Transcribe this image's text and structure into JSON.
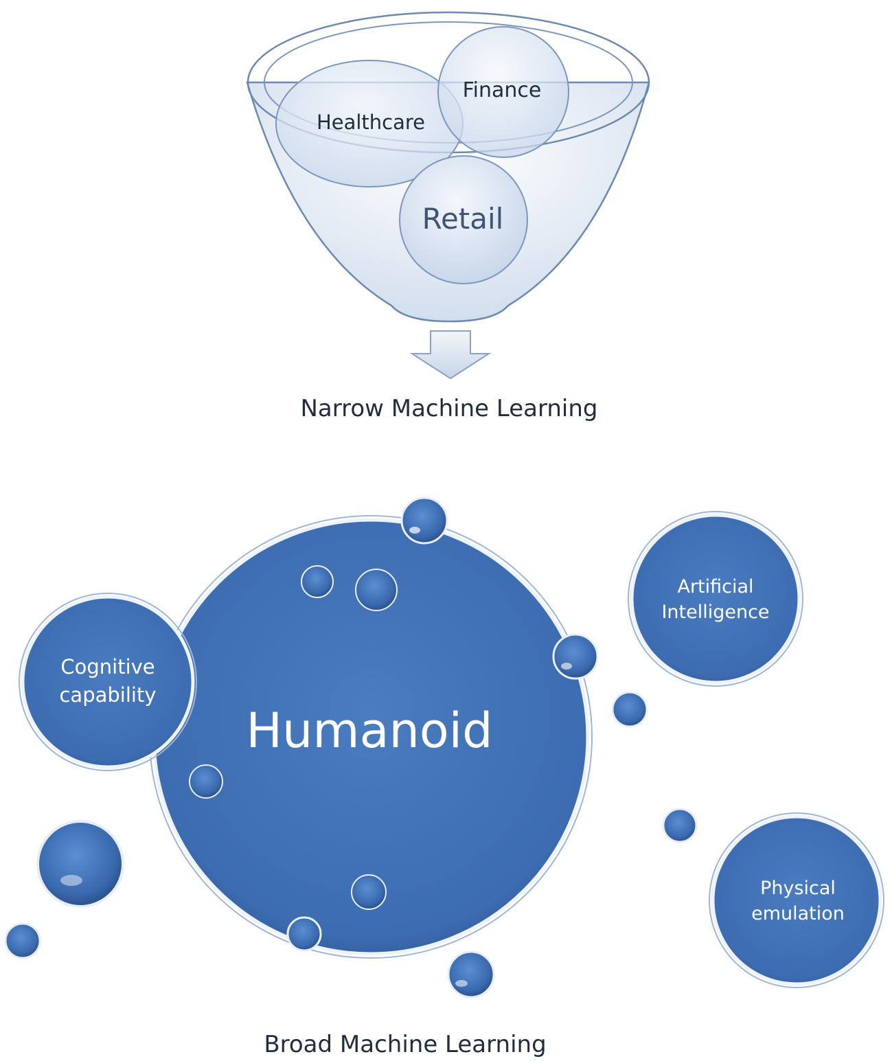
{
  "narrow": {
    "caption": "Narrow Machine Learning",
    "domains": {
      "finance": "Finance",
      "healthcare": "Healthcare",
      "retail": "Retail"
    }
  },
  "broad": {
    "caption": "Broad Machine Learning",
    "center": "Humanoid",
    "cognitive": [
      "Cognitive",
      "capability"
    ],
    "ai": [
      "Artificial",
      "Intelligence"
    ],
    "physical": [
      "Physical",
      "emulation"
    ]
  },
  "colors": {
    "bubble_blue": "#3e6fb4",
    "funnel_fill": "#dbe5f1",
    "funnel_stroke": "#4a6d9c",
    "text_dark": "#1f2d3d"
  }
}
